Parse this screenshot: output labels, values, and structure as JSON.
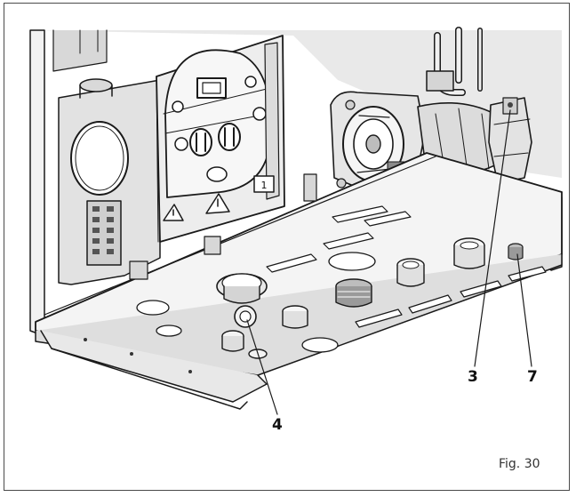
{
  "callouts": [
    {
      "id": "3",
      "label": "3"
    },
    {
      "id": "7",
      "label": "7"
    },
    {
      "id": "4",
      "label": "4"
    }
  ],
  "figure_caption": "Fig. 30",
  "control_panel_badge": "1",
  "colors": {
    "line": "#1a1a1a",
    "panel_grey": "#e4e4e4",
    "shadow_grey": "#bdbdbd",
    "dark_grey": "#8a8a8a"
  }
}
